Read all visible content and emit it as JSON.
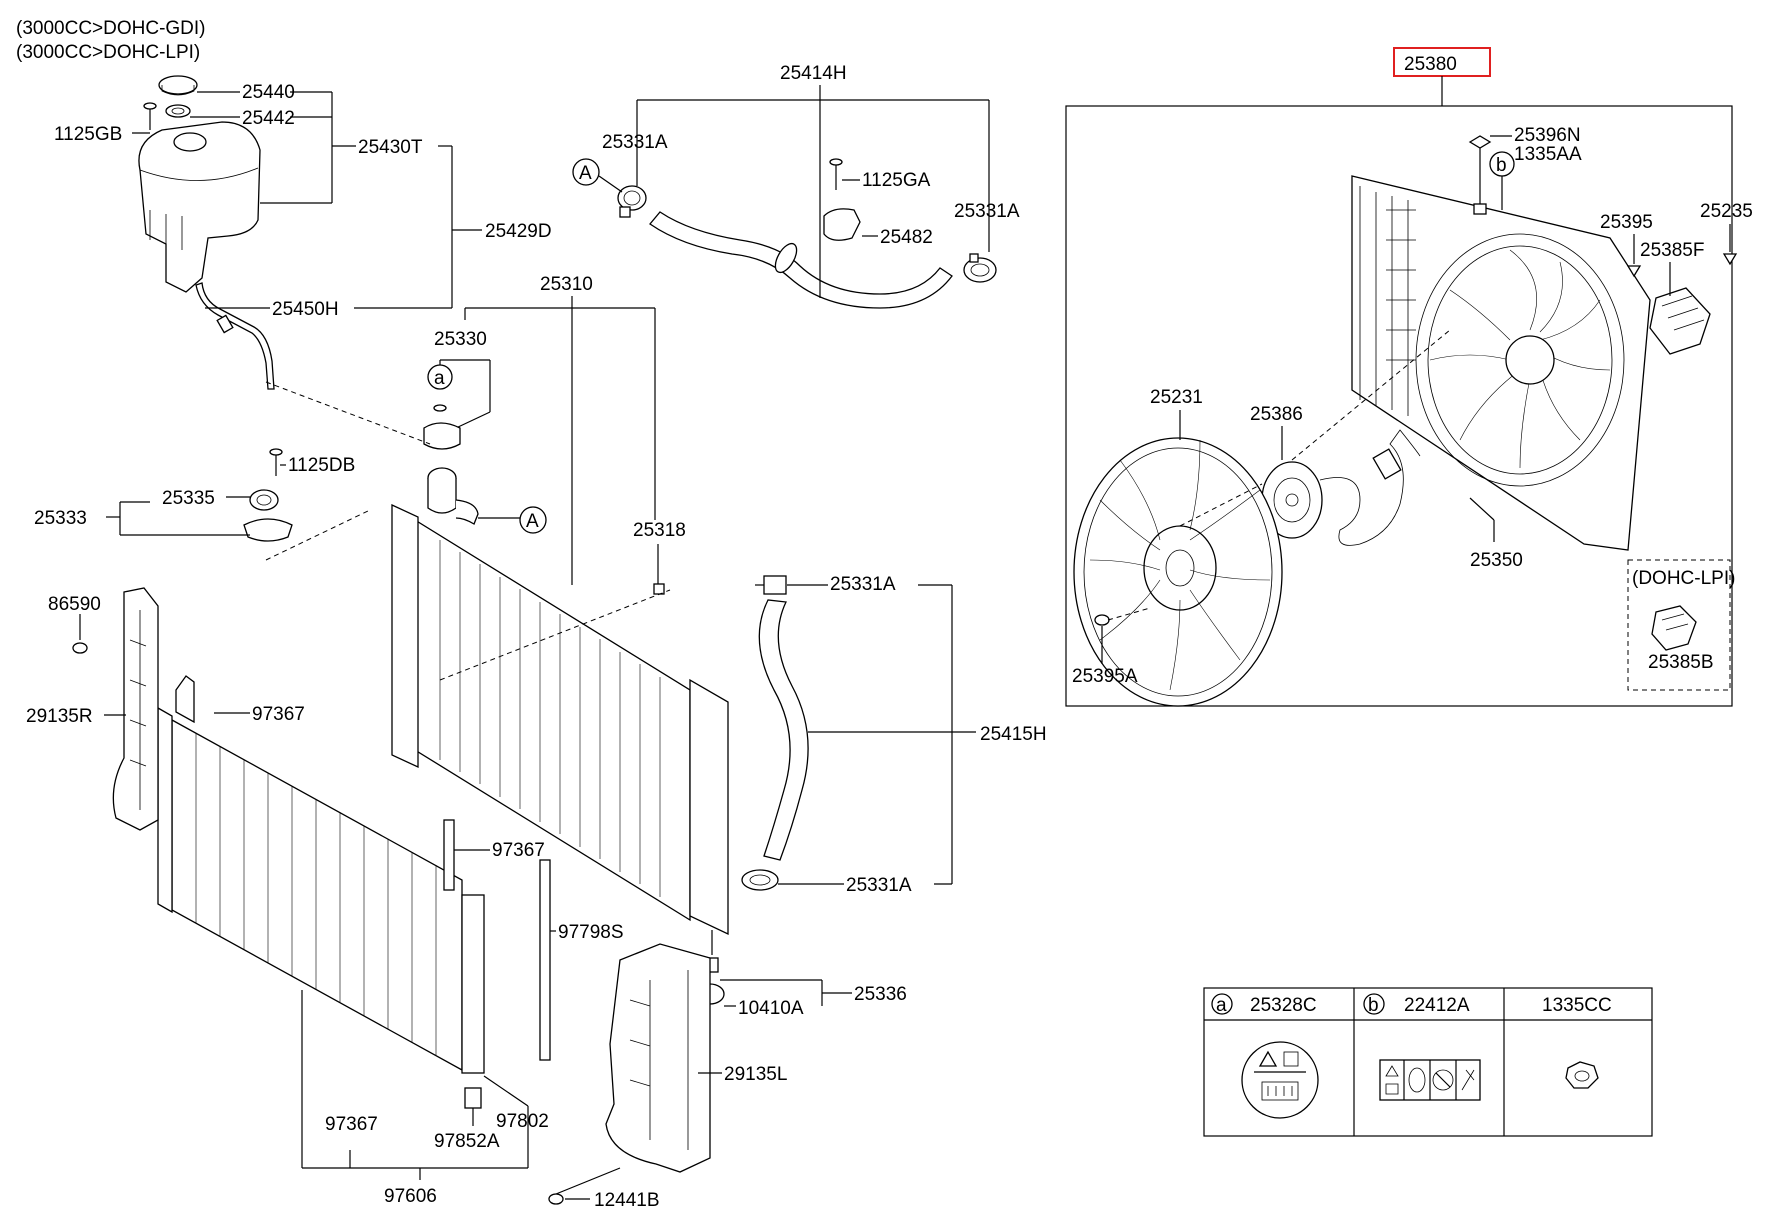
{
  "header": {
    "engine_line_1": "(3000CC>DOHC-GDI)",
    "engine_line_2": "(3000CC>DOHC-LPI)"
  },
  "labels": {
    "p25440": "25440",
    "p25442": "25442",
    "p1125GB": "1125GB",
    "p25430T": "25430T",
    "p25429D": "25429D",
    "p25450H": "25450H",
    "p25414H": "25414H",
    "p25331A_top_left": "25331A",
    "p1125GA": "1125GA",
    "p25482": "25482",
    "p25331A_top_right": "25331A",
    "p25310": "25310",
    "p25330": "25330",
    "p1125DB": "1125DB",
    "p25335": "25335",
    "p25333": "25333",
    "p25318": "25318",
    "p86590": "86590",
    "p29135R": "29135R",
    "p97367_a": "97367",
    "p97367_b": "97367",
    "p97798S": "97798S",
    "p25331A_mid": "25331A",
    "p25415H": "25415H",
    "p25331A_low": "25331A",
    "p25336": "25336",
    "p10410A": "10410A",
    "p29135L": "29135L",
    "p97367_c": "97367",
    "p97802": "97802",
    "p97852A": "97852A",
    "p97606": "97606",
    "p12441B": "12441B",
    "p25380": "25380",
    "p25396N": "25396N",
    "p1335AA": "1335AA",
    "p25395": "25395",
    "p25235": "25235",
    "p25385F": "25385F",
    "p25231": "25231",
    "p25386": "25386",
    "p25350": "25350",
    "p25395A": "25395A",
    "dohc_lpi": "(DOHC-LPI)",
    "p25385B": "25385B"
  },
  "callouts": {
    "A": "A",
    "a": "a",
    "b": "b"
  },
  "legend_table": {
    "col1_marker": "a",
    "col1_part": "25328C",
    "col2_marker": "b",
    "col2_part": "22412A",
    "col3_part": "1335CC"
  },
  "colors": {
    "highlight_box": "#e02020",
    "ink": "#000000"
  }
}
